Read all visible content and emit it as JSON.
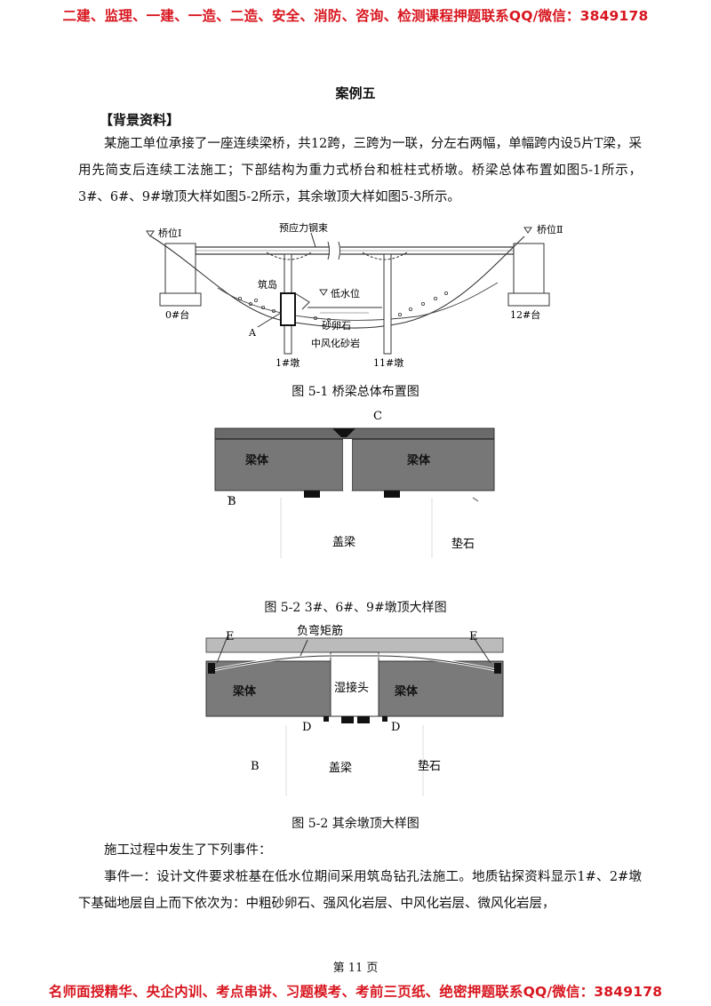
{
  "banner_top": "二建、监理、一建、一造、二造、安全、消防、咨询、检测课程押题联系QQ/微信：3849178",
  "banner_bottom": "名师面授精华、央企内训、考点串讲、习题模考、考前三页纸、绝密押题联系QQ/微信：3849178",
  "title": "案例五",
  "section_heading": "【背景资料】",
  "background_paragraph": "某施工单位承接了一座连续梁桥，共12跨，三跨为一联，分左右两幅，单幅跨内设5片T梁，采用先简支后连续工法施工；下部结构为重力式桥台和桩柱式桥墩。桥梁总体布置如图5-1所示，3#、6#、9#墩顶大样如图5-2所示，其余墩顶大样如图5-3所示。",
  "fig1": {
    "caption": "图 5-1   桥梁总体布置图",
    "labels": {
      "bridge_pos_1": "桥位Ⅰ",
      "bridge_pos_2": "桥位Ⅱ",
      "prestress": "预应力钢束",
      "island": "筑岛",
      "low_water": "低水位",
      "gravel": "砂卵石",
      "rock": "中风化砂岩",
      "abut_0": "0#台",
      "abut_12": "12#台",
      "pier_1": "1#墩",
      "pier_11": "11#墩",
      "point_a": "A"
    }
  },
  "fig2": {
    "caption": "图 5-2   3#、6#、9#墩顶大样图",
    "labels": {
      "c": "C",
      "beam_left": "梁体",
      "beam_right": "梁体",
      "b": "B",
      "cap": "盖梁",
      "pad": "垫石"
    }
  },
  "fig3": {
    "caption": "图 5-2   其余墩顶大样图",
    "labels": {
      "moment_bar": "负弯矩筋",
      "e_left": "E",
      "e_right": "E",
      "beam_left": "梁体",
      "wet_joint": "湿接头",
      "beam_right": "梁体",
      "d_left": "D",
      "d_right": "D",
      "b": "B",
      "cap": "盖梁",
      "pad": "垫石"
    }
  },
  "events_intro": "施工过程中发生了下列事件：",
  "event1": "事件一：设计文件要求桩基在低水位期间采用筑岛钻孔法施工。地质钻探资料显示1#、2#墩下基础地层自上而下依次为：中粗砂卵石、强风化岩层、中风化岩层、微风化岩层，",
  "page_number": "第 11 页"
}
